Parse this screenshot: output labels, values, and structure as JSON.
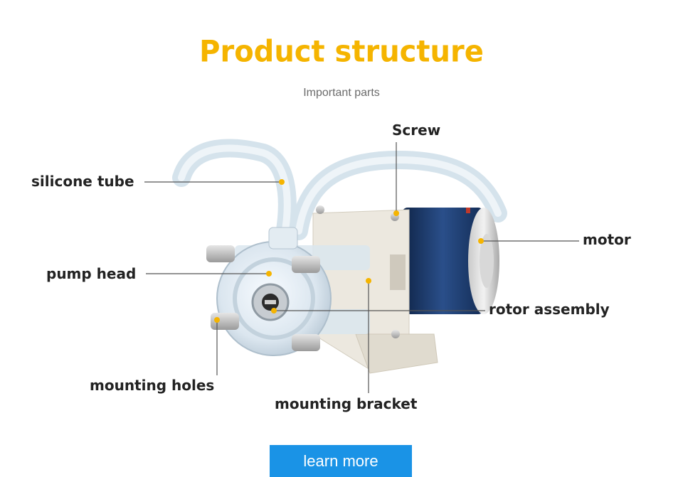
{
  "header": {
    "title": "Product structure",
    "subtitle": "Important parts"
  },
  "labels": {
    "screw": "Screw",
    "silicone_tube": "silicone tube",
    "motor": "motor",
    "pump_head": "pump head",
    "rotor_assembly": "rotor assembly",
    "mounting_holes": "mounting holes",
    "mounting_bracket": "mounting bracket"
  },
  "cta": {
    "label": "learn more"
  },
  "colors": {
    "title": "#f5b400",
    "button": "#1a93e6",
    "marker": "#f5b400",
    "motor": "#1d3a6b"
  }
}
